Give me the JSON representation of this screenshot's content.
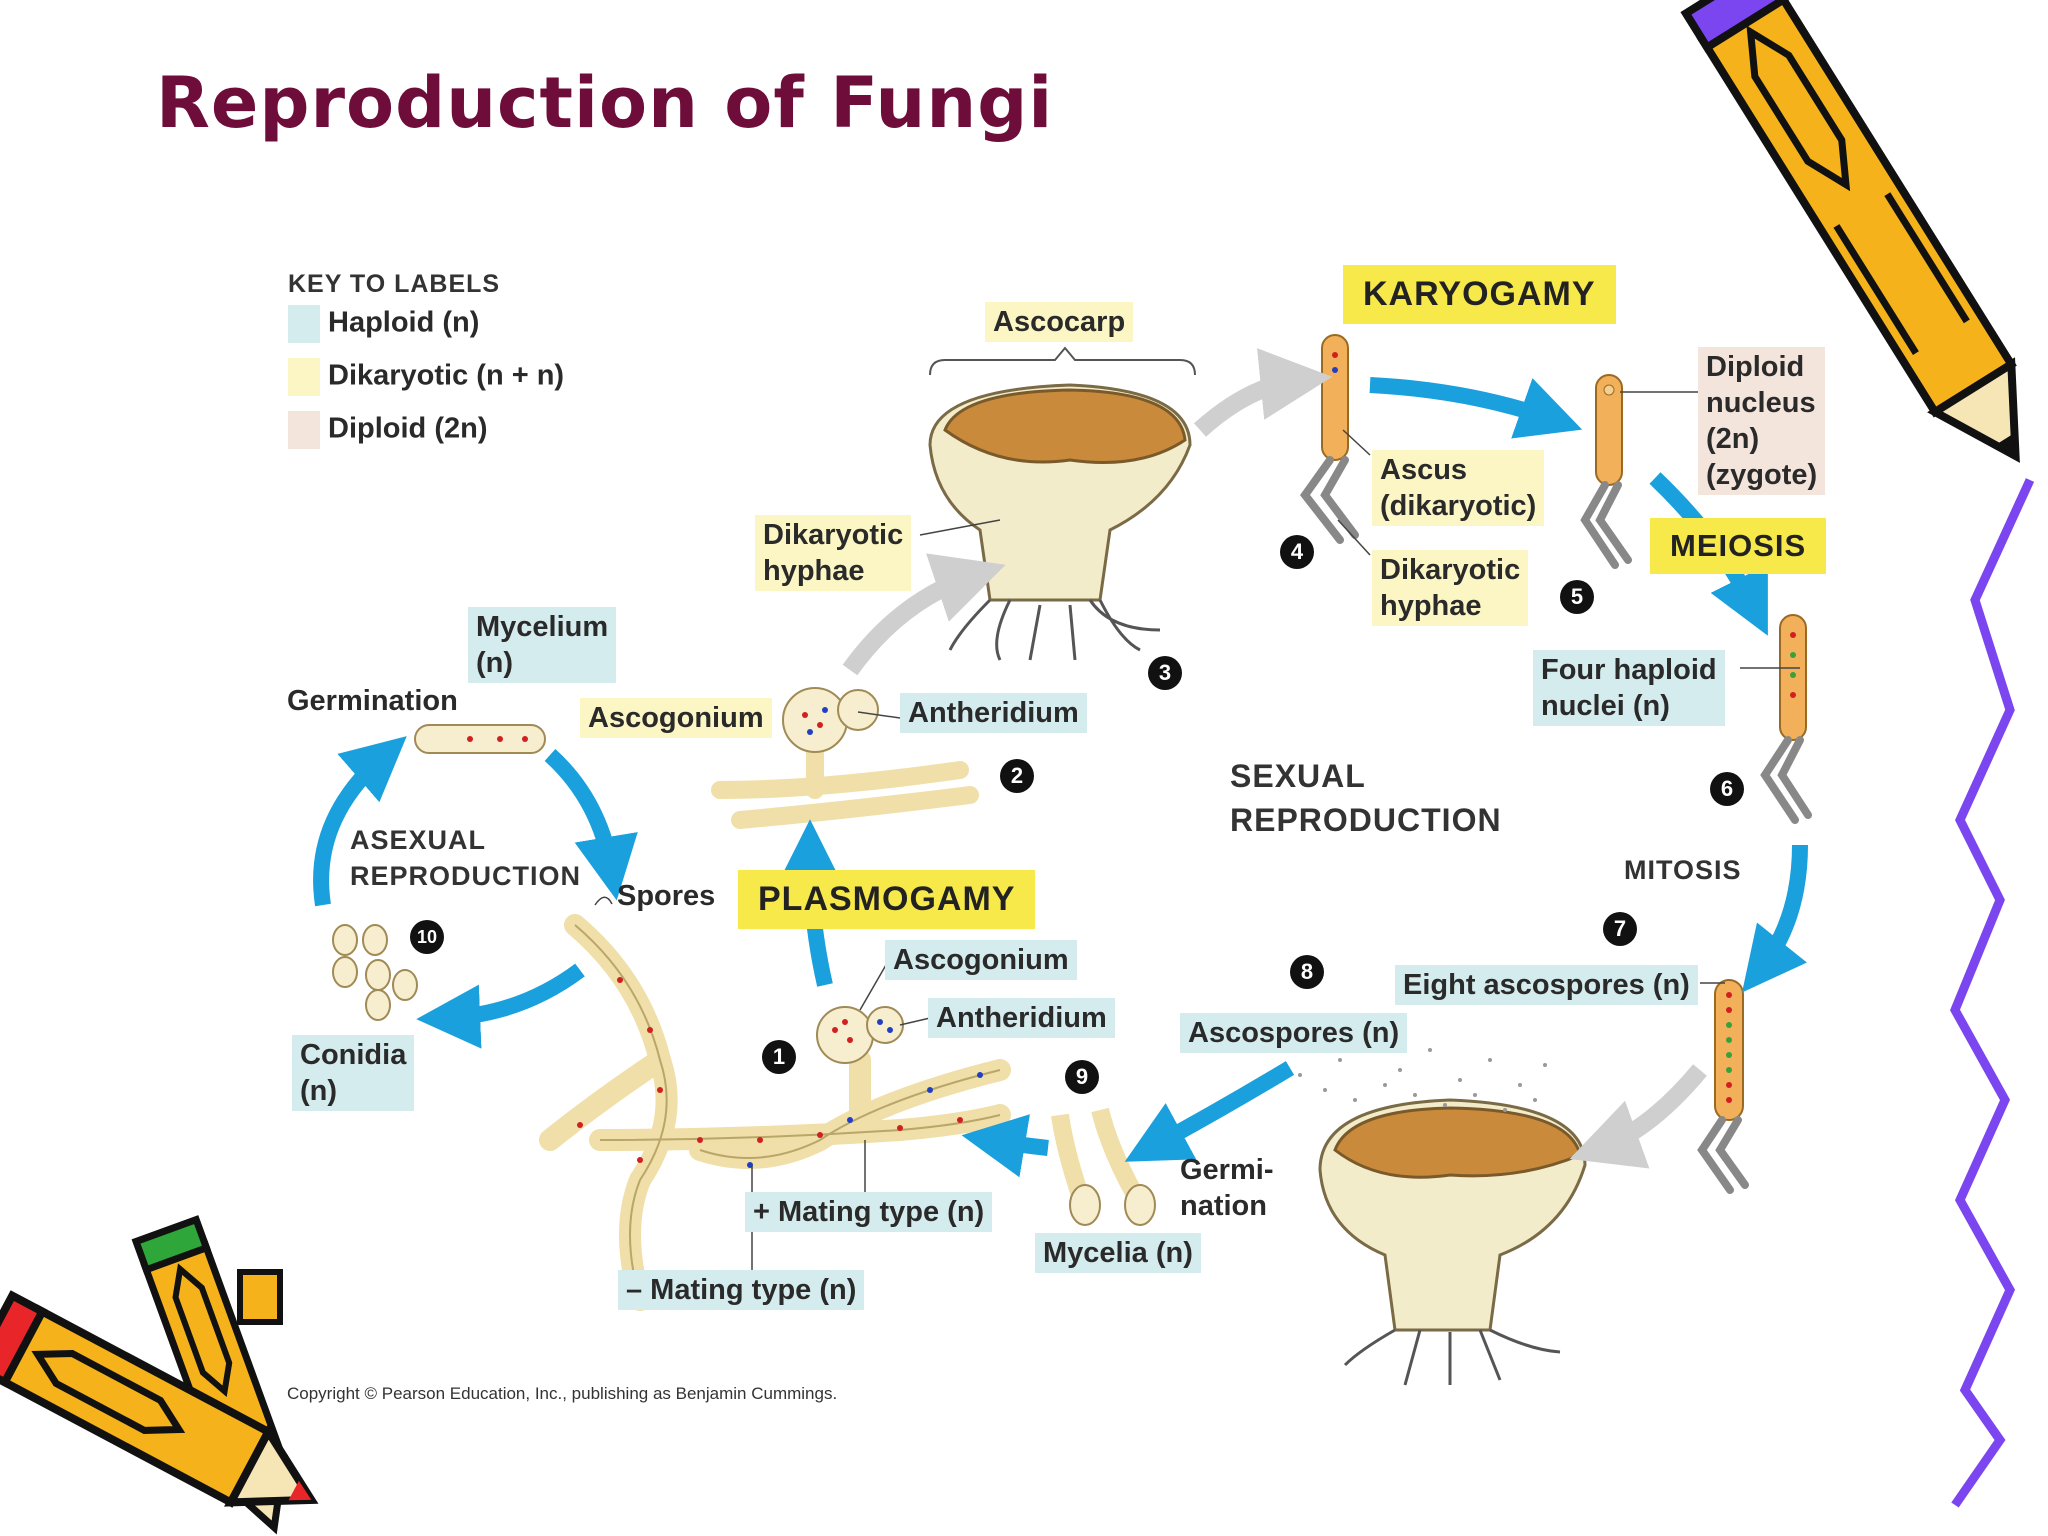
{
  "slide": {
    "title": "Reproduction of Fungi"
  },
  "key": {
    "title": "KEY TO LABELS",
    "items": [
      {
        "label": "Haploid (n)",
        "color": "#d5ecee"
      },
      {
        "label": "Dikaryotic (n + n)",
        "color": "#fbf6c4"
      },
      {
        "label": "Diploid (2n)",
        "color": "#f3e4dc"
      }
    ]
  },
  "stages": {
    "karyogamy": "KARYOGAMY",
    "meiosis": "MEIOSIS",
    "plasmogamy": "PLASMOGAMY",
    "mitosis": "MITOSIS",
    "sexual_line1": "SEXUAL",
    "sexual_line2": "REPRODUCTION",
    "asexual_line1": "ASEXUAL",
    "asexual_line2": "REPRODUCTION"
  },
  "labels": {
    "ascocarp": "Ascocarp",
    "dikaryotic_hyphae_1_line1": "Dikaryotic",
    "dikaryotic_hyphae_1_line2": "hyphae",
    "ascus_line1": "Ascus",
    "ascus_line2": "(dikaryotic)",
    "dikaryotic_hyphae_2_line1": "Dikaryotic",
    "dikaryotic_hyphae_2_line2": "hyphae",
    "diploid_nucleus_line1": "Diploid",
    "diploid_nucleus_line2": "nucleus",
    "diploid_nucleus_line3": "(2n)",
    "diploid_nucleus_line4": "(zygote)",
    "four_haploid_line1": "Four haploid",
    "four_haploid_line2": "nuclei (n)",
    "mycelium_line1": "Mycelium",
    "mycelium_line2": "(n)",
    "germination": "Germination",
    "ascogonium_top": "Ascogonium",
    "antheridium_top": "Antheridium",
    "spores": "Spores",
    "ascogonium_bottom": "Ascogonium",
    "antheridium_bottom": "Antheridium",
    "eight_ascospores": "Eight ascospores (n)",
    "ascospores": "Ascospores (n)",
    "conidia_line1": "Conidia",
    "conidia_line2": "(n)",
    "plus_mating": "+ Mating type (n)",
    "minus_mating": "– Mating type (n)",
    "germination_line1": "Germi-",
    "germination_line2": "nation",
    "mycelia": "Mycelia (n)"
  },
  "step_numbers": [
    "1",
    "2",
    "3",
    "4",
    "5",
    "6",
    "7",
    "8",
    "9",
    "10"
  ],
  "copyright": "Copyright © Pearson Education, Inc., publishing as Benjamin Cummings.",
  "colors": {
    "title": "#6e0c3a",
    "arrow": "#1aa0dc",
    "stage_bg": "#f7e94a",
    "squiggle": "#7b45f0"
  }
}
